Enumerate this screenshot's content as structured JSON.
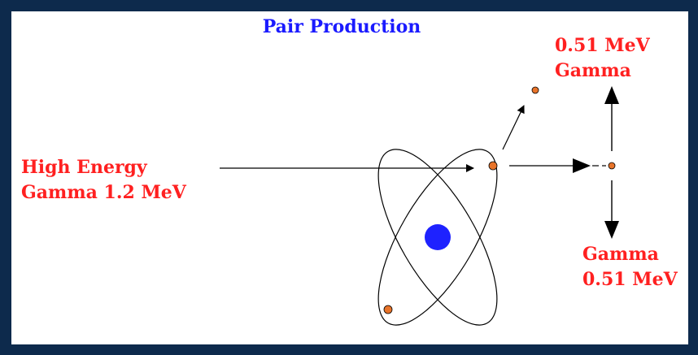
{
  "title": "Pair Production",
  "incoming_label": {
    "line1": "High Energy",
    "line2": "Gamma 1.2 MeV"
  },
  "gamma_up_label": {
    "line1": "0.51 MeV",
    "line2": "Gamma"
  },
  "gamma_down_label": {
    "line1": "Gamma",
    "line2": "0.51 MeV"
  },
  "colors": {
    "border": "#0d2a4c",
    "title": "#1a1aff",
    "labels": "#ff2020",
    "particle": "#e8742a",
    "nucleus": "#1e22ff",
    "lines": "#000000"
  }
}
